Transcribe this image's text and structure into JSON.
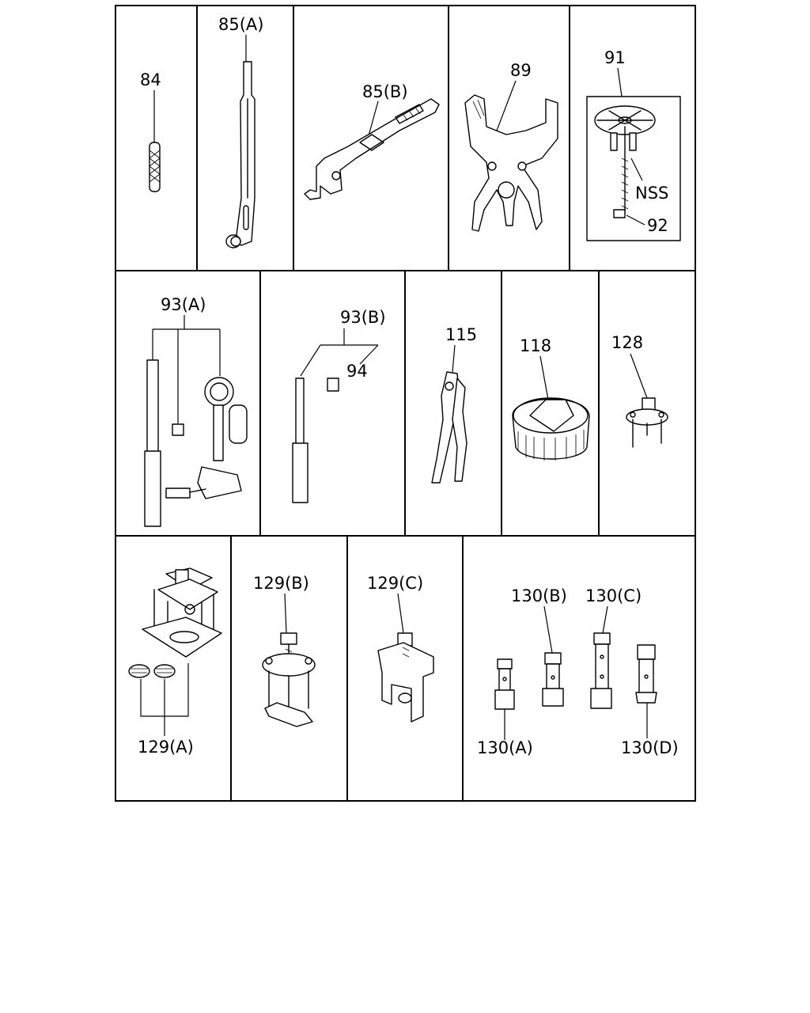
{
  "callouts": {
    "c84": "84",
    "c85a": "85(A)",
    "c85b": "85(B)",
    "c89": "89",
    "c91": "91",
    "cnss": "NSS",
    "c92": "92",
    "c93a": "93(A)",
    "c93b": "93(B)",
    "c94": "94",
    "c115": "115",
    "c118": "118",
    "c128": "128",
    "c129a": "129(A)",
    "c129b": "129(B)",
    "c129c": "129(C)",
    "c130a": "130(A)",
    "c130b": "130(B)",
    "c130c": "130(C)",
    "c130d": "130(D)"
  },
  "icons": [
    "pin-tool",
    "installer-bar",
    "adjuster-tool",
    "ring-spreader",
    "wheel-puller",
    "pressure-gauge-set",
    "driver-set",
    "pliers",
    "filter-wrench",
    "puller",
    "press-fixture",
    "bearing-puller",
    "remover",
    "socket-wrench"
  ]
}
